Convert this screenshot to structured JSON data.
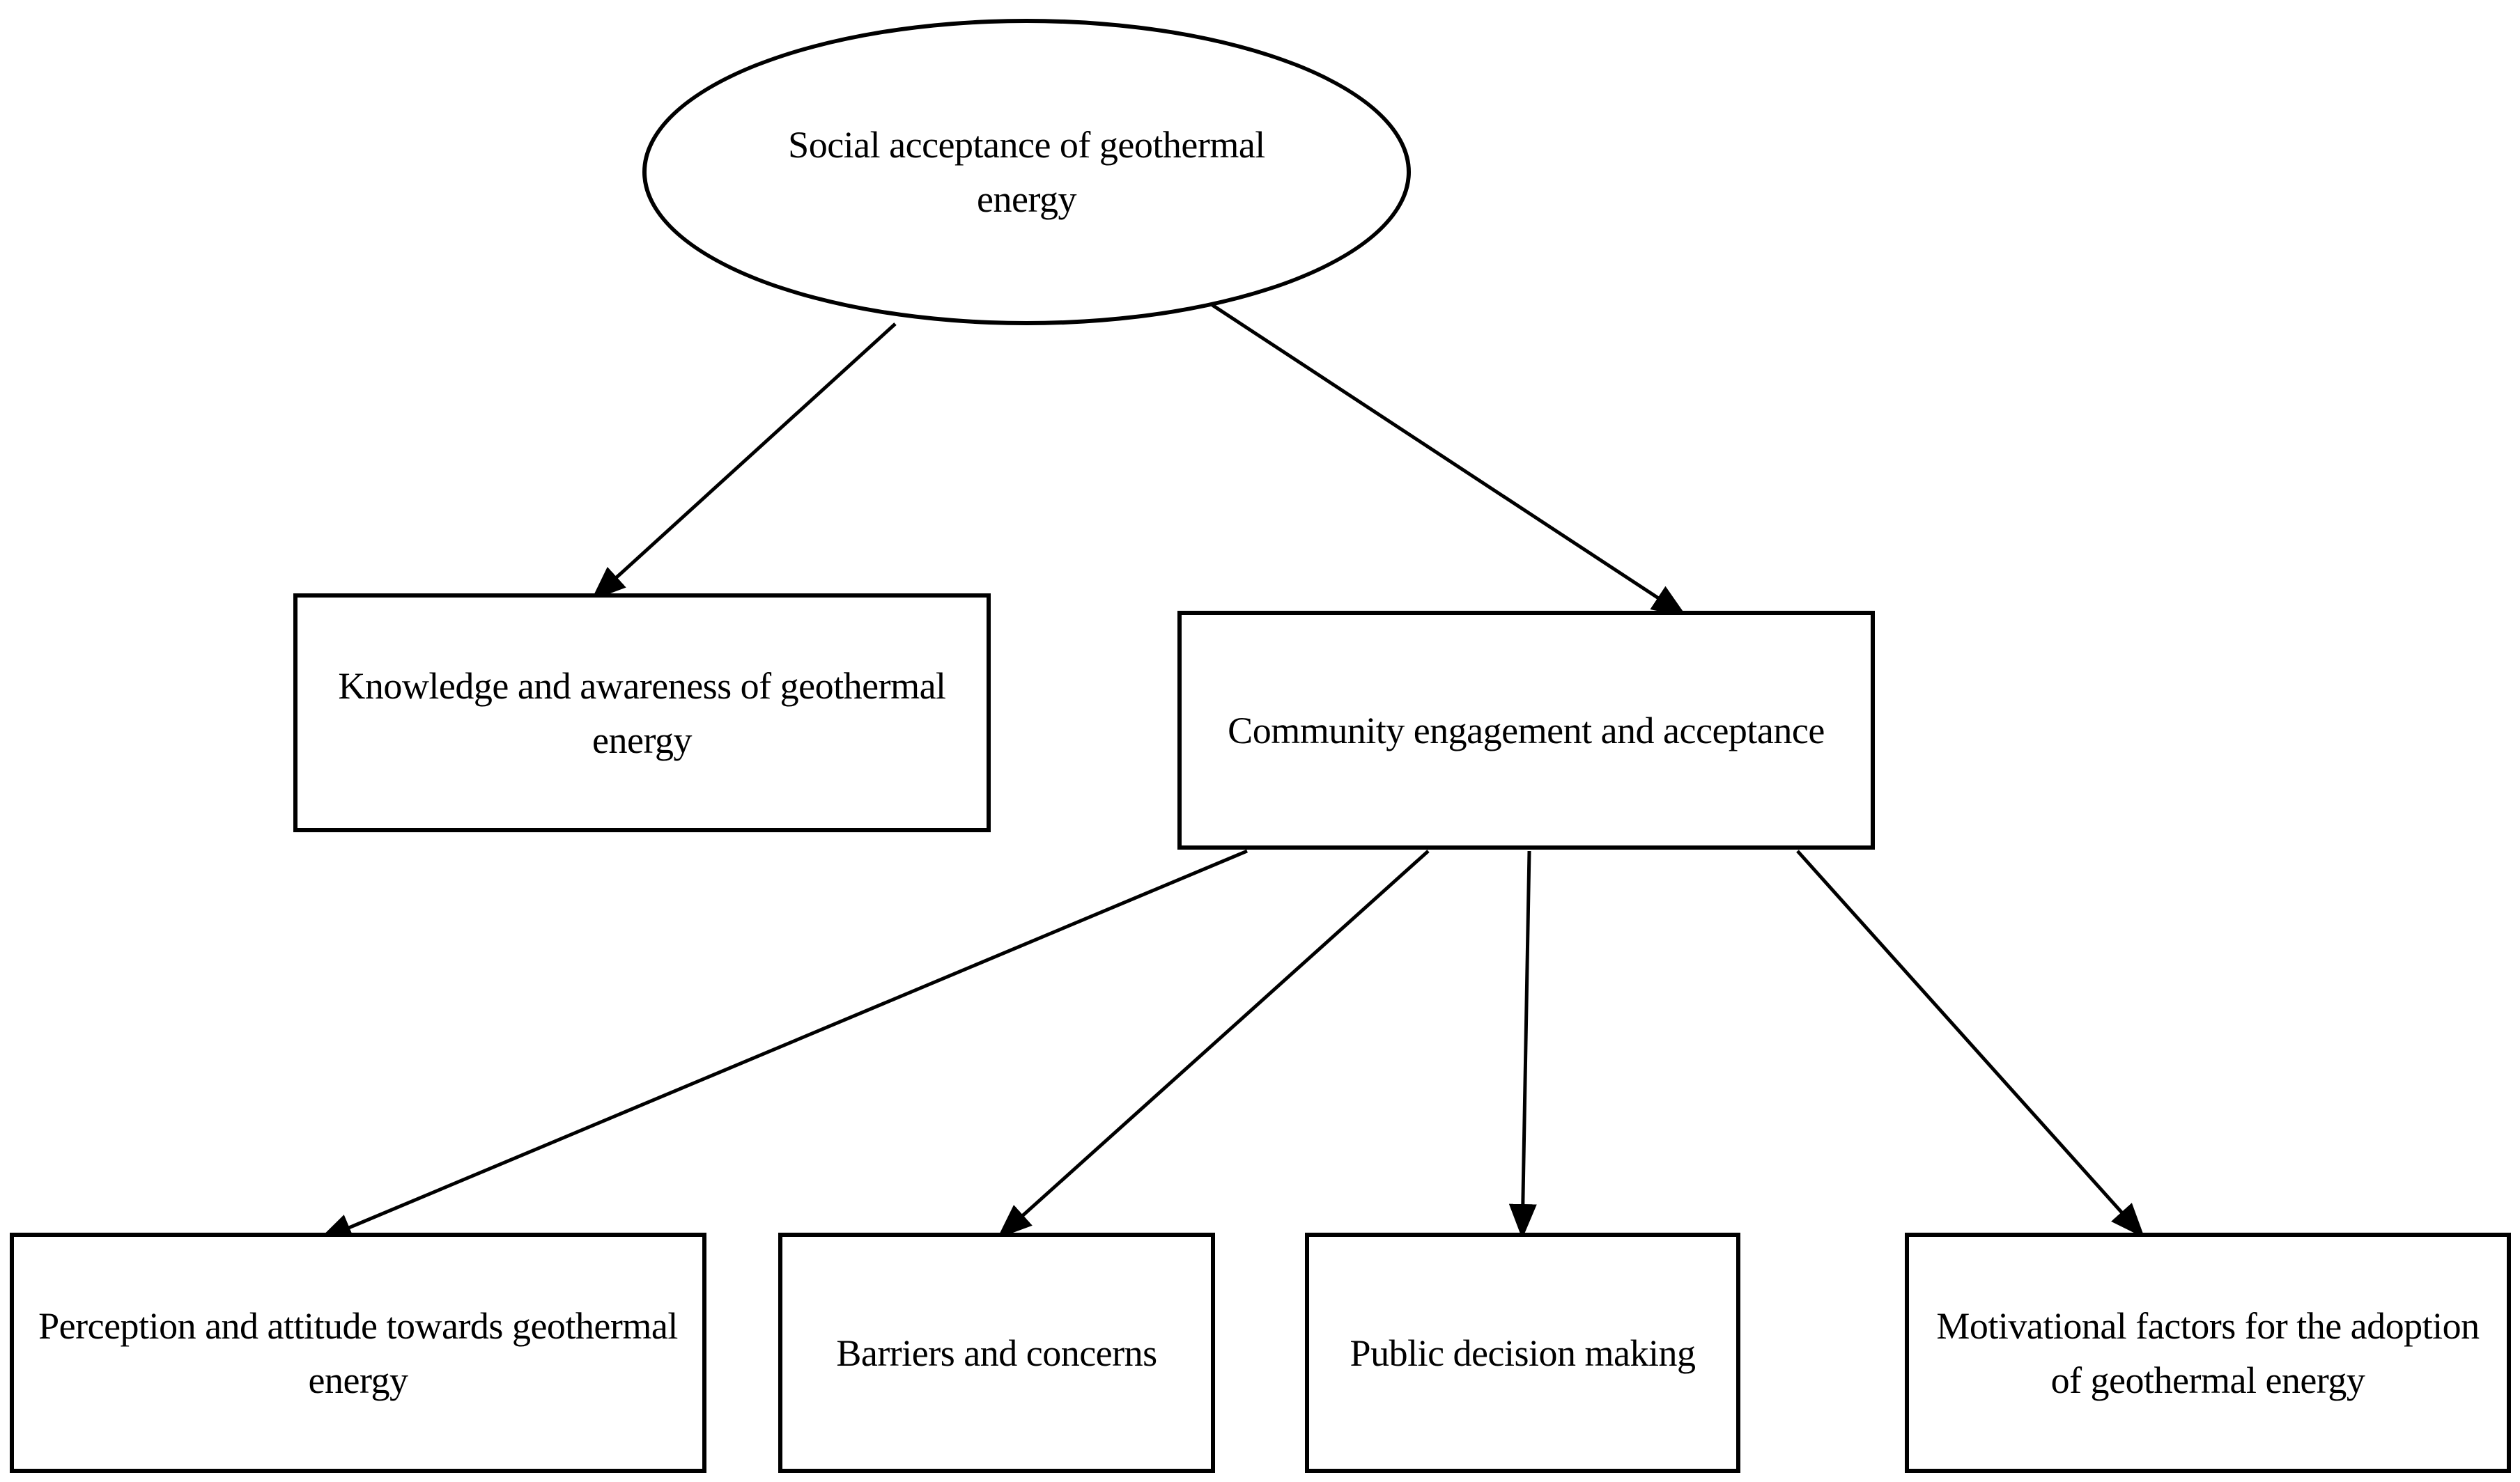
{
  "diagram": {
    "nodes": {
      "root": {
        "label": "Social acceptance of geothermal energy"
      },
      "knowledge": {
        "label": "Knowledge and awareness of geothermal energy"
      },
      "community": {
        "label": "Community engagement and acceptance"
      },
      "perception": {
        "label": "Perception and attitude towards geothermal energy"
      },
      "barriers": {
        "label": "Barriers and concerns"
      },
      "decision": {
        "label": "Public decision making"
      },
      "motivation": {
        "label": "Motivational factors for the adoption of geothermal energy"
      }
    },
    "edges": [
      {
        "from": "root",
        "to": "knowledge"
      },
      {
        "from": "root",
        "to": "community"
      },
      {
        "from": "community",
        "to": "perception"
      },
      {
        "from": "community",
        "to": "barriers"
      },
      {
        "from": "community",
        "to": "decision"
      },
      {
        "from": "community",
        "to": "motivation"
      }
    ],
    "colors": {
      "stroke": "#000000",
      "fill": "#ffffff",
      "text": "#000000"
    }
  }
}
